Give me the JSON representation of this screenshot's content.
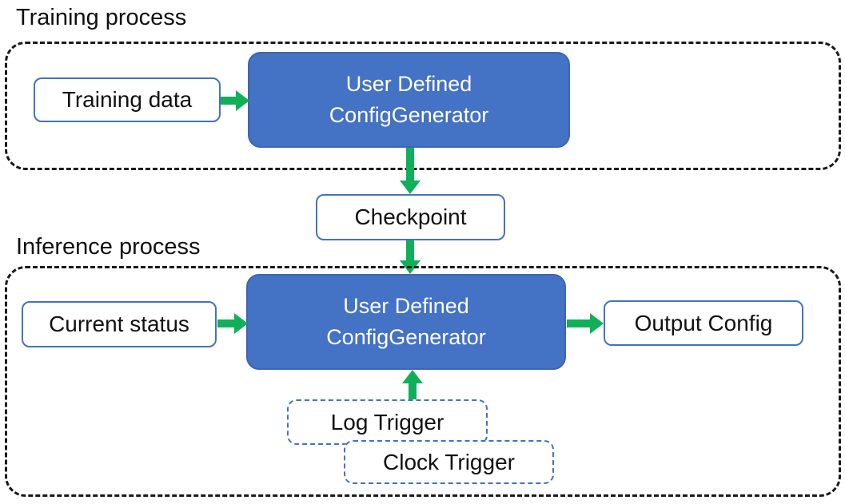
{
  "colors": {
    "accent_blue": "#4472C4",
    "accent_blue_dark": "#3E66AE",
    "arrow_green": "#10B05A",
    "outline_black": "#1a1a1a",
    "text_black": "#111111",
    "text_white": "#ffffff"
  },
  "training": {
    "title": "Training process",
    "input_box": "Training data",
    "generator_line1": "User Defined",
    "generator_line2": "ConfigGenerator"
  },
  "checkpoint": {
    "label": "Checkpoint"
  },
  "inference": {
    "title": "Inference process",
    "input_box": "Current status",
    "generator_line1": "User Defined",
    "generator_line2": "ConfigGenerator",
    "output_box": "Output Config",
    "trigger_boxes": {
      "log": "Log Trigger",
      "clock": "Clock Trigger"
    }
  }
}
